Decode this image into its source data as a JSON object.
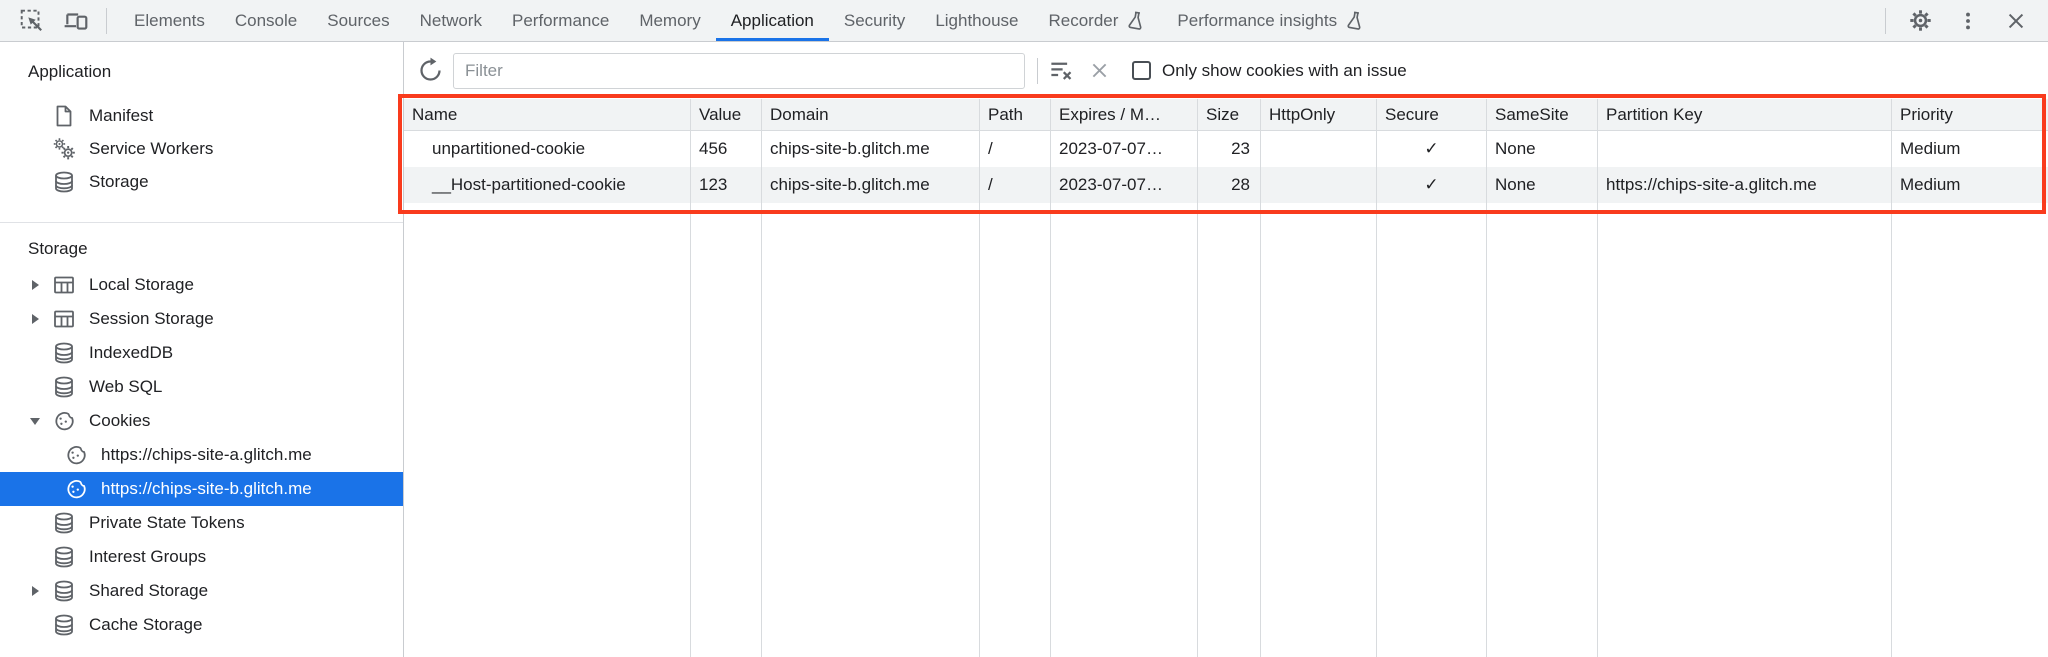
{
  "tab_bar": {
    "tabs": [
      {
        "label": "Elements"
      },
      {
        "label": "Console"
      },
      {
        "label": "Sources"
      },
      {
        "label": "Network"
      },
      {
        "label": "Performance"
      },
      {
        "label": "Memory"
      },
      {
        "label": "Application",
        "active": true
      },
      {
        "label": "Security"
      },
      {
        "label": "Lighthouse"
      },
      {
        "label": "Recorder",
        "experimental": true
      },
      {
        "label": "Performance insights",
        "experimental": true
      }
    ]
  },
  "sidebar": {
    "sections": [
      {
        "title": "Application",
        "items": [
          {
            "label": "Manifest",
            "icon": "document-icon"
          },
          {
            "label": "Service Workers",
            "icon": "double-gear-icon"
          },
          {
            "label": "Storage",
            "icon": "database-icon"
          }
        ]
      },
      {
        "title": "Storage",
        "items": [
          {
            "label": "Local Storage",
            "icon": "table-grid-icon",
            "expander": "collapsed"
          },
          {
            "label": "Session Storage",
            "icon": "table-grid-icon",
            "expander": "collapsed"
          },
          {
            "label": "IndexedDB",
            "icon": "database-icon"
          },
          {
            "label": "Web SQL",
            "icon": "database-icon"
          },
          {
            "label": "Cookies",
            "icon": "cookie-icon",
            "expander": "expanded"
          },
          {
            "label": "https://chips-site-a.glitch.me",
            "icon": "cookie-icon",
            "nested": true
          },
          {
            "label": "https://chips-site-b.glitch.me",
            "icon": "cookie-icon",
            "nested": true,
            "selected": true
          },
          {
            "label": "Private State Tokens",
            "icon": "database-icon"
          },
          {
            "label": "Interest Groups",
            "icon": "database-icon"
          },
          {
            "label": "Shared Storage",
            "icon": "database-icon",
            "expander": "collapsed"
          },
          {
            "label": "Cache Storage",
            "icon": "database-icon"
          }
        ]
      }
    ]
  },
  "cookies_panel": {
    "toolbar": {
      "filter_placeholder": "Filter",
      "filter_value": "",
      "checkbox_label": "Only show cookies with an issue",
      "checkbox_checked": false
    },
    "table": {
      "columns": [
        "Name",
        "Value",
        "Domain",
        "Path",
        "Expires / M…",
        "Size",
        "HttpOnly",
        "Secure",
        "SameSite",
        "Partition Key",
        "Priority"
      ],
      "rows": [
        {
          "name": "unpartitioned-cookie",
          "value": "456",
          "domain": "chips-site-b.glitch.me",
          "path": "/",
          "expires": "2023-07-07…",
          "size": "23",
          "http_only": "",
          "secure": "✓",
          "same_site": "None",
          "partition_key": "",
          "priority": "Medium"
        },
        {
          "name": "__Host-partitioned-cookie",
          "value": "123",
          "domain": "chips-site-b.glitch.me",
          "path": "/",
          "expires": "2023-07-07…",
          "size": "28",
          "http_only": "",
          "secure": "✓",
          "same_site": "None",
          "partition_key": "https://chips-site-a.glitch.me",
          "priority": "Medium"
        }
      ]
    },
    "highlight": {
      "color": "#f93b1d"
    }
  },
  "icon_names": {
    "inspect": "inspect-cursor-icon",
    "device_toolbar": "toggle-device-toolbar-icon",
    "experimental": "flask-icon",
    "settings": "gear-icon",
    "more": "three-dot-menu-icon",
    "close": "close-x-icon",
    "refresh": "refresh-icon",
    "clear_filter": "clear-filter-icon",
    "clear": "clear-x-icon",
    "secure_check": "checkmark"
  },
  "colors": {
    "accent_blue": "#1a73e8",
    "selected_item_bg": "#1a73e8",
    "highlight_red": "#f93b1d",
    "toolbar_bg": "#f1f3f4",
    "grid_line": "#d8dbde"
  }
}
